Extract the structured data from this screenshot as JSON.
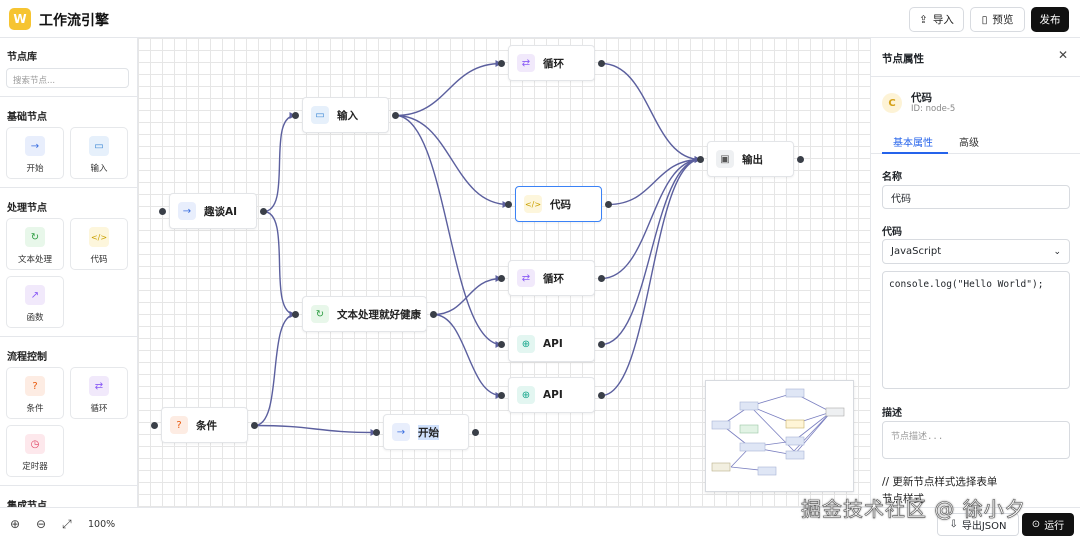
{
  "header": {
    "logo_letter": "W",
    "title": "工作流引擎",
    "import_label": "导入",
    "preview_label": "预览",
    "publish_label": "发布"
  },
  "sidebar": {
    "library_title": "节点库",
    "search_placeholder": "搜索节点...",
    "sections": [
      {
        "title": "基础节点",
        "items": [
          {
            "label": "开始",
            "icon": "arrow-right-icon",
            "glyph": "→",
            "bg": "#e8eefc",
            "fg": "#3b6fe0"
          },
          {
            "label": "输入",
            "icon": "message-icon",
            "glyph": "▭",
            "bg": "#e6f0fb",
            "fg": "#3a86d4"
          }
        ]
      },
      {
        "title": "处理节点",
        "items": [
          {
            "label": "文本处理",
            "icon": "refresh-icon",
            "glyph": "↻",
            "bg": "#e8f7ea",
            "fg": "#2f9e44"
          },
          {
            "label": "代码",
            "icon": "code-icon",
            "glyph": "</>",
            "bg": "#fdf6dc",
            "fg": "#c9a000"
          },
          {
            "label": "函数",
            "icon": "external-link-icon",
            "glyph": "↗",
            "bg": "#f1e9fb",
            "fg": "#8b5cf6"
          }
        ]
      },
      {
        "title": "流程控制",
        "items": [
          {
            "label": "条件",
            "icon": "help-circle-icon",
            "glyph": "?",
            "bg": "#fdece3",
            "fg": "#e8590c"
          },
          {
            "label": "循环",
            "icon": "repeat-icon",
            "glyph": "⇄",
            "bg": "#f1e9fb",
            "fg": "#8b5cf6"
          },
          {
            "label": "定时器",
            "icon": "clock-icon",
            "glyph": "◷",
            "bg": "#fde8ec",
            "fg": "#e03e5f"
          }
        ]
      },
      {
        "title": "集成节点",
        "items": []
      }
    ]
  },
  "canvas": {
    "nodes": [
      {
        "id": "qutan",
        "label": "趣谈AI",
        "icon": "arrow-right-icon",
        "glyph": "→",
        "bg": "#e8eefc",
        "fg": "#3b6fe0"
      },
      {
        "id": "input",
        "label": "输入",
        "icon": "message-icon",
        "glyph": "▭",
        "bg": "#e6f0fb",
        "fg": "#3a86d4"
      },
      {
        "id": "textproc",
        "label": "文本处理就好健康",
        "icon": "refresh-icon",
        "glyph": "↻",
        "bg": "#e8f7ea",
        "fg": "#2f9e44"
      },
      {
        "id": "cond",
        "label": "条件",
        "icon": "help-circle-icon",
        "glyph": "?",
        "bg": "#fdece3",
        "fg": "#e8590c"
      },
      {
        "id": "loop1",
        "label": "循环",
        "icon": "repeat-icon",
        "glyph": "⇄",
        "bg": "#f1e9fb",
        "fg": "#8b5cf6"
      },
      {
        "id": "code",
        "label": "代码",
        "icon": "code-icon",
        "glyph": "</>",
        "bg": "#fdf6dc",
        "fg": "#c9a000"
      },
      {
        "id": "loop2",
        "label": "循环",
        "icon": "repeat-icon",
        "glyph": "⇄",
        "bg": "#f1e9fb",
        "fg": "#8b5cf6"
      },
      {
        "id": "api1",
        "label": "API",
        "icon": "globe-icon",
        "glyph": "⊕",
        "bg": "#e3f6f1",
        "fg": "#12a58a"
      },
      {
        "id": "api2",
        "label": "API",
        "icon": "globe-icon",
        "glyph": "⊕",
        "bg": "#e3f6f1",
        "fg": "#12a58a"
      },
      {
        "id": "start",
        "label": "开始",
        "icon": "arrow-right-icon",
        "glyph": "→",
        "bg": "#e8eefc",
        "fg": "#3b6fe0"
      },
      {
        "id": "output",
        "label": "输出",
        "icon": "image-icon",
        "glyph": "▣",
        "bg": "#eef0f2",
        "fg": "#555"
      }
    ],
    "edges": [
      [
        "qutan",
        "input"
      ],
      [
        "qutan",
        "textproc"
      ],
      [
        "input",
        "loop1"
      ],
      [
        "input",
        "code"
      ],
      [
        "input",
        "api1"
      ],
      [
        "textproc",
        "loop2"
      ],
      [
        "textproc",
        "api2"
      ],
      [
        "cond",
        "textproc"
      ],
      [
        "cond",
        "start"
      ],
      [
        "loop1",
        "output"
      ],
      [
        "code",
        "output"
      ],
      [
        "loop2",
        "output"
      ],
      [
        "api1",
        "output"
      ],
      [
        "api2",
        "output"
      ]
    ],
    "edge_color": "#5b5f9e",
    "selected_node": "code"
  },
  "bottombar": {
    "zoom_label": "100%",
    "export_label": "导出JSON",
    "run_label": "运行"
  },
  "panel": {
    "title": "节点属性",
    "node_name": "代码",
    "node_id": "ID: node-5",
    "node_icon_glyph": "C",
    "tabs": [
      "基本属性",
      "高级"
    ],
    "name_label": "名称",
    "name_value": "代码",
    "code_label": "代码",
    "language_value": "JavaScript",
    "code_value": "console.log(\"Hello World\");",
    "desc_label": "描述",
    "desc_placeholder": "节点描述...",
    "comment_line1": "// 更新节点样式选择表单",
    "comment_line2": "节点样式"
  },
  "watermark": "掘金技术社区 @ 徐小夕",
  "colors": {
    "accent": "#2563eb",
    "logo": "#f6c431",
    "selected_border": "#3b82f6"
  }
}
